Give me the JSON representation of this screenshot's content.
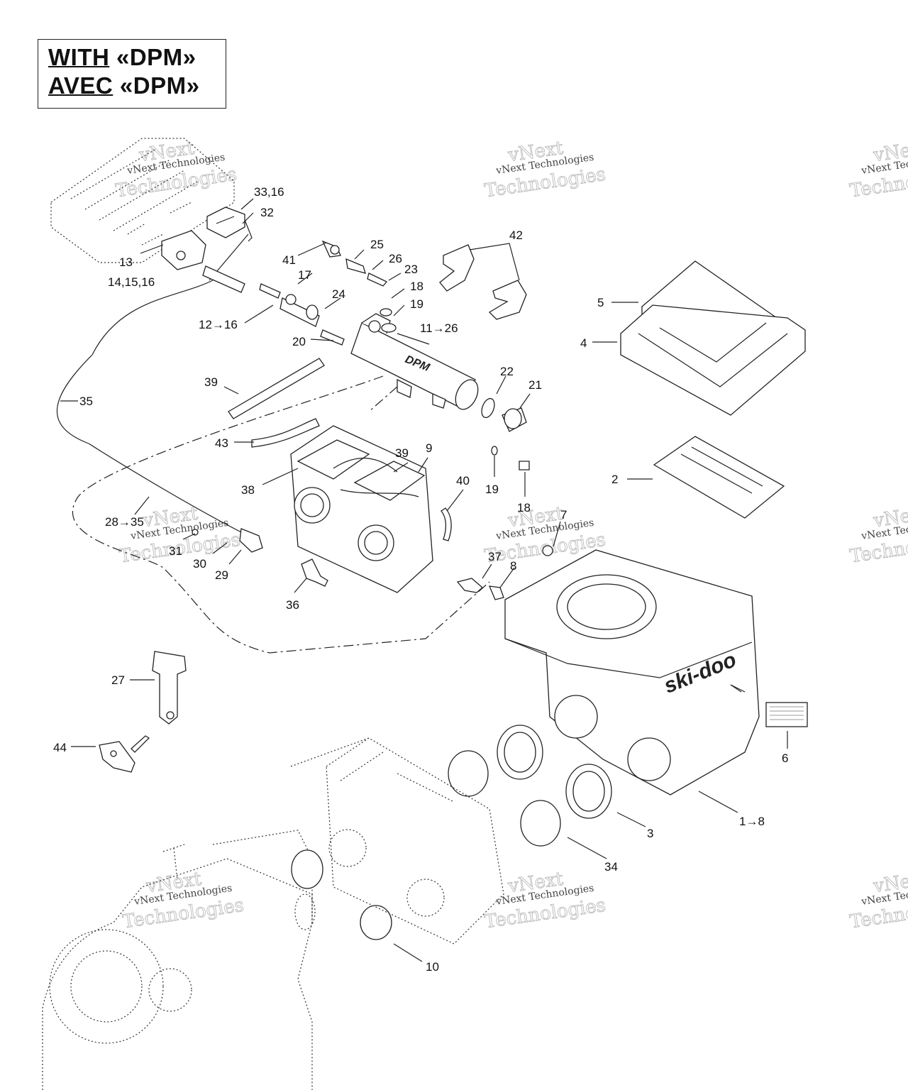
{
  "header": {
    "line1_a": "WITH",
    "line1_b": " «DPM»",
    "line2_a": "AVEC",
    "line2_b": " «DPM»"
  },
  "watermark": {
    "line1": "vNext Technologies",
    "line2": "Technologies",
    "line3": "vNext"
  },
  "logo_text": "ski-doo",
  "badge_text": "DPM",
  "callouts": [
    "33,16",
    "32",
    "13",
    "14,15,16",
    "41",
    "25",
    "26",
    "23",
    "17",
    "24",
    "18",
    "19",
    "12→16",
    "11→26",
    "42",
    "5",
    "4",
    "20",
    "22",
    "21",
    "39",
    "35",
    "43",
    "39",
    "9",
    "38",
    "19",
    "18",
    "40",
    "2",
    "28→35",
    "31",
    "30",
    "29",
    "36",
    "37",
    "8",
    "7",
    "27",
    "44",
    "6",
    "3",
    "1→8",
    "34",
    "10"
  ]
}
